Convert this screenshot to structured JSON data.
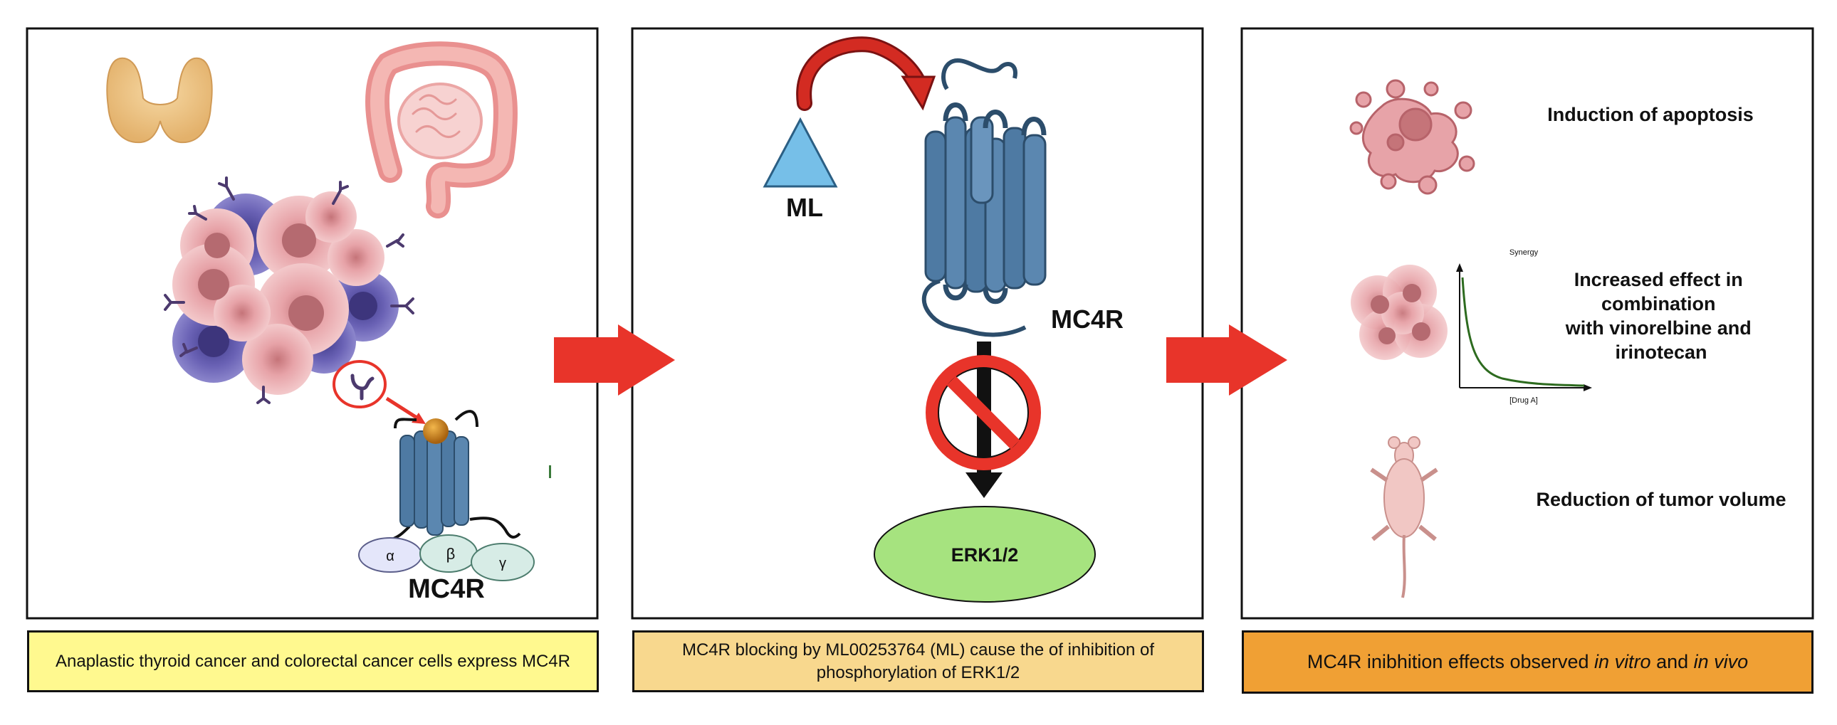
{
  "panels": {
    "left": {
      "receptor_label": "MC4R",
      "subunits": [
        "α",
        "β",
        "γ"
      ],
      "caption": "Anaplastic thyroid cancer and colorectal cancer cells express MC4R"
    },
    "middle": {
      "ligand_label": "ML",
      "receptor_label": "MC4R",
      "target_label": "ERK1/2",
      "caption": "MC4R blocking by ML00253764 (ML) cause the of inhibition of phosphorylation of ERK1/2"
    },
    "right": {
      "effects": [
        "Induction of apoptosis",
        "Increased effect in combination with vinorelbine and irinotecan",
        "Reduction of tumor volume"
      ],
      "effect2_lines": [
        "Increased effect in",
        "combination",
        "with vinorelbine and",
        "irinotecan"
      ],
      "chart": {
        "title": "Synergy",
        "xlabel": "[Drug A]"
      },
      "caption_prefix": "MC4R inibhition effects observed ",
      "caption_em1": "in vitro",
      "caption_mid": " and ",
      "caption_em2": "in vivo"
    }
  },
  "colors": {
    "arrow": "#e8342a",
    "receptor": "#4e7aa3",
    "ligand": "#76bfe8",
    "erk": "#a6e37f",
    "no_sign": "#e8342a",
    "cell_pink": "#e7a3a8",
    "cell_purple": "#6a62b5"
  }
}
